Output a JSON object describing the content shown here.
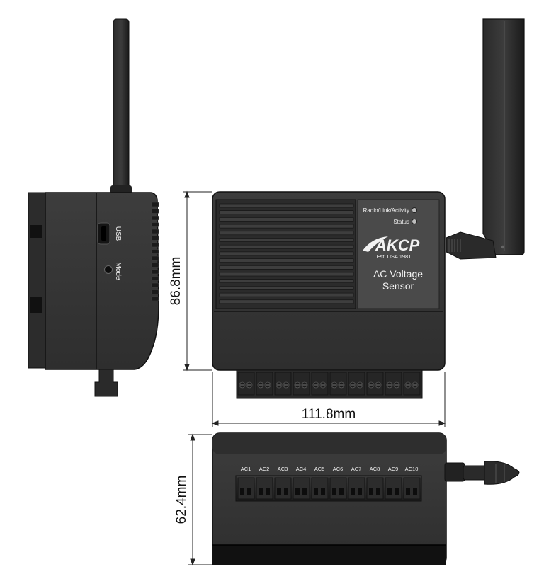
{
  "dimensions": {
    "height": "86.8mm",
    "width": "111.8mm",
    "depth": "62.4mm"
  },
  "side_view": {
    "usb_label": "USB",
    "mode_label": "Mode"
  },
  "front_view": {
    "indicator_radio": "Radio/Link/Activity",
    "indicator_status": "Status",
    "brand_logo": "AKCP",
    "brand_tagline": "Est. USA 1981",
    "product_line1": "AC Voltage",
    "product_line2": "Sensor"
  },
  "bottom_view": {
    "terminals": [
      "AC1",
      "AC2",
      "AC3",
      "AC4",
      "AC5",
      "AC6",
      "AC7",
      "AC8",
      "AC9",
      "AC10"
    ]
  },
  "colors": {
    "body": "#3a3a3a",
    "body_dark": "#1e1e1e",
    "panel": "#4f4f4f",
    "line": "#222222"
  }
}
